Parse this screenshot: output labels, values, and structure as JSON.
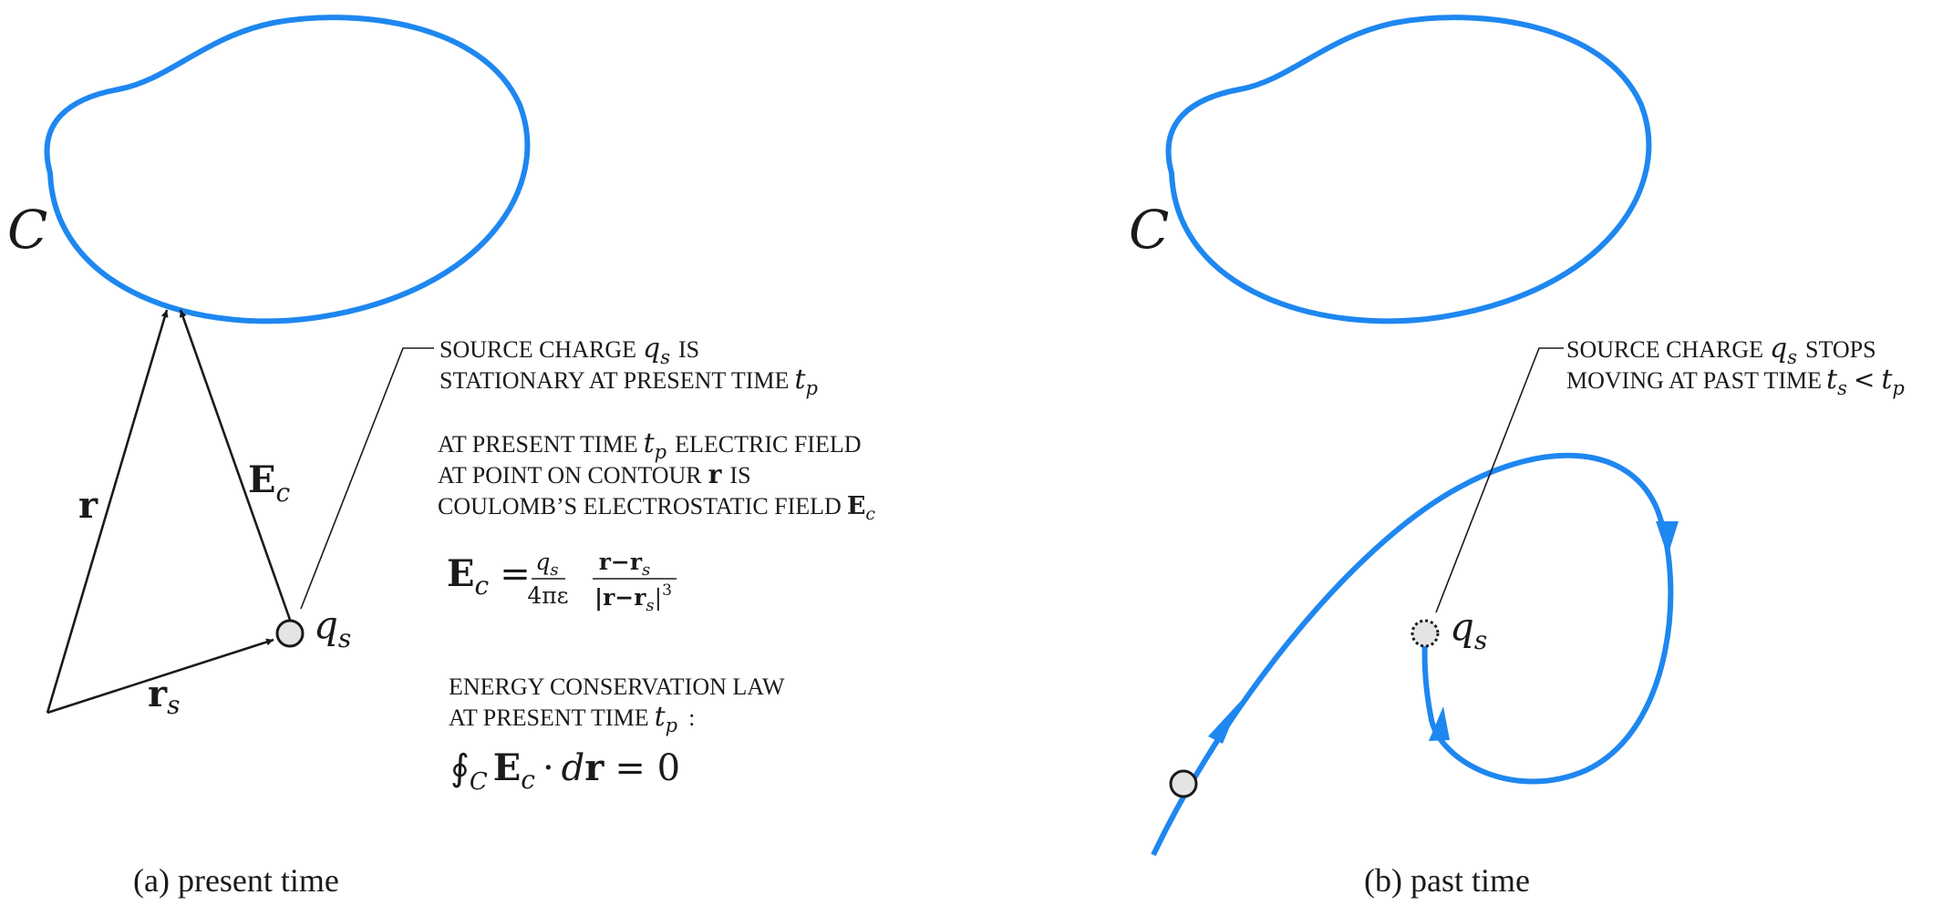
{
  "colors": {
    "contour": "#1e87f0",
    "path": "#1e87f0",
    "ink": "#1a1a1a",
    "charge_fill": "#e4e4e4"
  },
  "symbols": {
    "contour": "C",
    "charge_q": "q",
    "charge_sub": "s",
    "r": "r",
    "r_s": "r",
    "r_s_sub": "s",
    "E": "E",
    "E_sub": "c"
  },
  "panel_a": {
    "caption": "(a) present time",
    "note1": {
      "line1": "SOURCE CHARGE",
      "line1_tail": "IS",
      "line2": "STATIONARY AT PRESENT TIME",
      "time_sub": "p"
    },
    "note2": {
      "line1": "AT PRESENT TIME",
      "line1_tail": "ELECTRIC FIELD",
      "line2": "AT POINT ON CONTOUR",
      "line2_tail": "IS",
      "line3": "COULOMB’S ELECTROSTATIC FIELD"
    },
    "formula": {
      "lhs": "E",
      "lhs_sub": "c",
      "num1": "q",
      "num1_sub": "s",
      "den1": "4πε",
      "num2": "r−r",
      "num2_sub": "s",
      "den2_open": "|r−r",
      "den2_sub": "s",
      "den2_close": "|",
      "den2_pow": "3"
    },
    "energy": {
      "line1": "ENERGY CONSERVATION LAW",
      "line2": "AT PRESENT TIME",
      "line2_tail": ":",
      "integral_sub": "C",
      "rhs": "= 0"
    }
  },
  "panel_b": {
    "caption": "(b) past time",
    "note": {
      "line1": "SOURCE CHARGE",
      "line1_tail": "STOPS",
      "line2": "MOVING AT PAST TIME"
    }
  }
}
